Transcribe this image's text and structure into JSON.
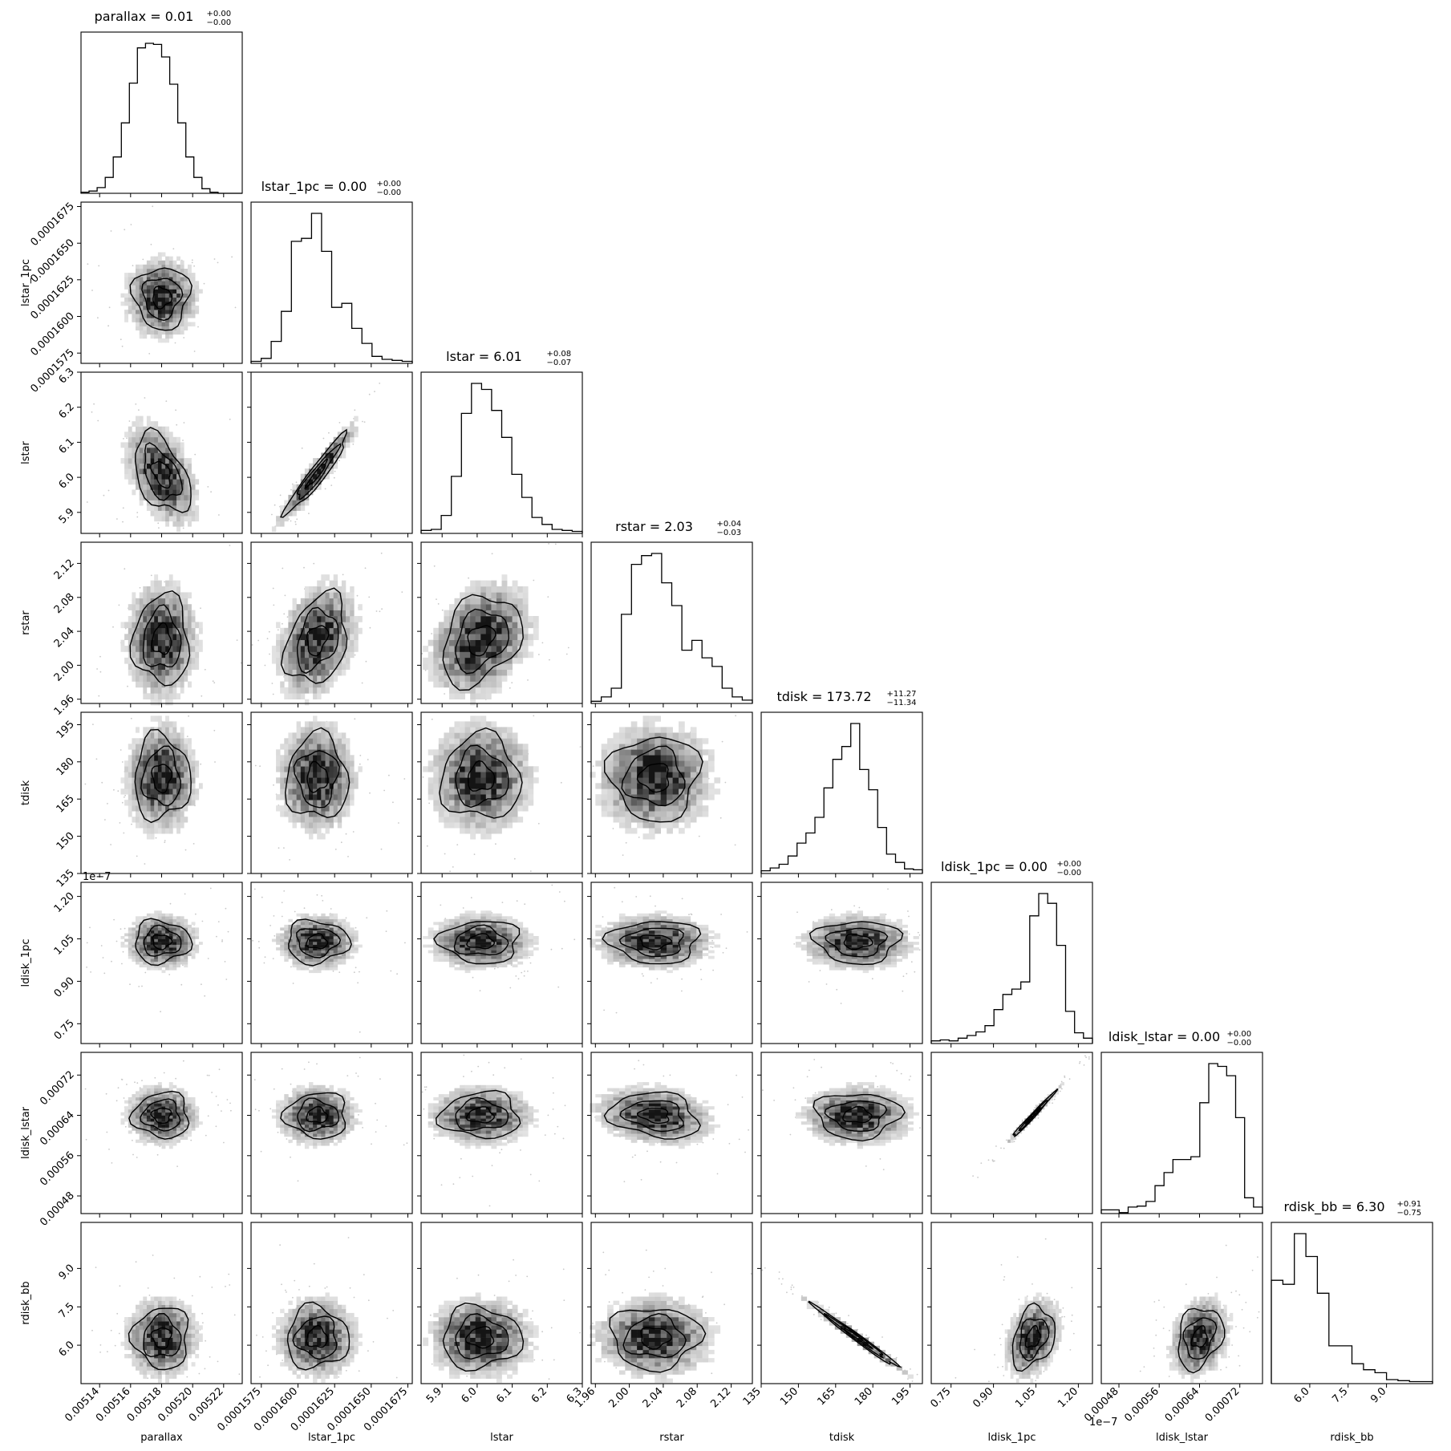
{
  "chart_data": {
    "type": "corner",
    "parameters": [
      {
        "name": "parallax",
        "title": "parallax = 0.01",
        "err_plus": "+0.00",
        "err_minus": "−0.00",
        "median": 0.00518,
        "sigma": 1.2e-05,
        "range": [
          0.005128,
          0.005232
        ],
        "ticks": [
          0.00514,
          0.00516,
          0.00518,
          0.0052,
          0.00522
        ],
        "tick_labels": [
          "0.00514",
          "0.00516",
          "0.00518",
          "0.00520",
          "0.00522"
        ],
        "offset_label": "",
        "hist": [
          1,
          2,
          5,
          14,
          32,
          62,
          97,
          128,
          132,
          131,
          120,
          96,
          62,
          32,
          14,
          4,
          1,
          0,
          0,
          0
        ]
      },
      {
        "name": "lstar_1pc",
        "title": "lstar_1pc = 0.00",
        "err_plus": "+0.00",
        "err_minus": "−0.00",
        "median": 0.0001613,
        "sigma": 1.4e-06,
        "range": [
          0.0001568,
          0.0001678
        ],
        "ticks": [
          0.0001575,
          0.00016,
          0.0001625,
          0.000165,
          0.0001675
        ],
        "tick_labels": [
          "0.0001575",
          "0.0001600",
          "0.0001625",
          "0.0001650",
          "0.0001675"
        ],
        "offset_label": "",
        "hist": [
          2,
          5,
          22,
          52,
          122,
          125,
          150,
          112,
          56,
          60,
          35,
          20,
          7,
          4,
          3,
          2
        ]
      },
      {
        "name": "lstar",
        "title": "lstar = 6.01",
        "err_plus": "+0.08",
        "err_minus": "−0.07",
        "median": 6.01,
        "sigma": 0.075,
        "range": [
          5.84,
          6.3
        ],
        "ticks": [
          5.9,
          6.0,
          6.1,
          6.2,
          6.3
        ],
        "tick_labels": [
          "5.9",
          "6.0",
          "6.1",
          "6.2",
          "6.3"
        ],
        "offset_label": "",
        "hist": [
          3,
          4,
          18,
          57,
          120,
          150,
          144,
          123,
          96,
          59,
          36,
          16,
          9,
          4,
          3,
          2
        ]
      },
      {
        "name": "rstar",
        "title": "rstar = 2.03",
        "err_plus": "+0.04",
        "err_minus": "−0.03",
        "median": 2.03,
        "sigma": 0.035,
        "range": [
          1.955,
          2.145
        ],
        "ticks": [
          1.96,
          2.0,
          2.04,
          2.08,
          2.12
        ],
        "tick_labels": [
          "1.96",
          "2.00",
          "2.04",
          "2.08",
          "2.12"
        ],
        "offset_label": "",
        "hist": [
          2,
          6,
          14,
          82,
          128,
          136,
          138,
          111,
          90,
          49,
          58,
          42,
          34,
          14,
          6,
          3
        ]
      },
      {
        "name": "tdisk",
        "title": "tdisk = 173.72",
        "err_plus": "+11.27",
        "err_minus": "−11.34",
        "median": 173.72,
        "sigma": 11.3,
        "range": [
          135,
          200
        ],
        "ticks": [
          135,
          150,
          165,
          180,
          195
        ],
        "tick_labels": [
          "135",
          "150",
          "165",
          "180",
          "195"
        ],
        "offset_label": "",
        "hist": [
          3,
          6,
          10,
          19,
          33,
          44,
          61,
          93,
          124,
          138,
          163,
          113,
          91,
          50,
          21,
          12,
          5,
          4
        ]
      },
      {
        "name": "ldisk_1pc",
        "title": "ldisk_1pc = 0.00",
        "err_plus": "+0.00",
        "err_minus": "−0.00",
        "median": 1.04e-07,
        "sigma": 5e-09,
        "range": [
          6.8e-08,
          1.25e-07
        ],
        "ticks": [
          7.5e-08,
          9e-08,
          1.05e-07,
          1.2e-07
        ],
        "tick_labels": [
          "0.75",
          "0.90",
          "1.05",
          "1.20"
        ],
        "offset_label": "1e−7",
        "hist": [
          3,
          4,
          3,
          6,
          9,
          13,
          20,
          38,
          55,
          61,
          69,
          143,
          168,
          157,
          110,
          36,
          12,
          6
        ]
      },
      {
        "name": "ldisk_lstar",
        "title": "ldisk_lstar = 0.00",
        "err_plus": "+0.00",
        "err_minus": "−0.00",
        "median": 0.00064,
        "sigma": 3e-05,
        "range": [
          0.000445,
          0.000765
        ],
        "ticks": [
          0.00048,
          0.00056,
          0.00064,
          0.00072
        ],
        "tick_labels": [
          "0.00048",
          "0.00056",
          "0.00064",
          "0.00072"
        ],
        "offset_label": "",
        "hist": [
          4,
          4,
          1,
          7,
          8,
          13,
          30,
          44,
          58,
          58,
          61,
          119,
          161,
          158,
          148,
          103,
          17,
          7
        ]
      },
      {
        "name": "rdisk_bb",
        "title": "rdisk_bb = 6.30",
        "err_plus": "+0.91",
        "err_minus": "−0.75",
        "median": 6.3,
        "sigma": 0.8,
        "range": [
          4.5,
          10.8
        ],
        "ticks": [
          6.0,
          7.5,
          9.0
        ],
        "tick_labels": [
          "6.0",
          "7.5",
          "9.0"
        ],
        "offset_label": "",
        "hist": [
          104,
          100,
          151,
          128,
          91,
          38,
          38,
          20,
          14,
          11,
          4,
          3,
          2,
          2
        ]
      }
    ],
    "correlations": {
      "lstar_1pc|lstar": 0.95,
      "parallax|lstar": -0.45,
      "lstar_1pc|rstar": 0.3,
      "lstar|rstar": 0.3,
      "ldisk_1pc|ldisk_lstar": 0.99,
      "tdisk|rdisk_bb": -0.99,
      "rstar|ldisk_lstar": -0.2,
      "ldisk_1pc|rdisk_bb": 0.3,
      "ldisk_lstar|rdisk_bb": 0.25
    },
    "contour_levels": [
      0.5,
      1.0,
      1.5
    ],
    "grid": false,
    "legend": "none"
  }
}
